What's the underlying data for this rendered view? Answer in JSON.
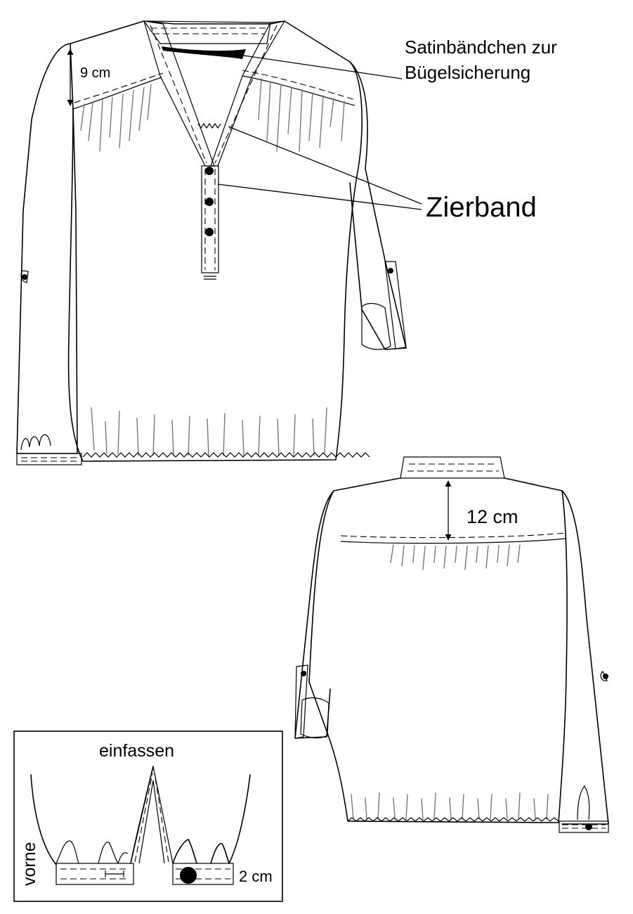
{
  "annotations": {
    "front_yoke_depth": "9 cm",
    "satin_ribbon_line1": "Satinbändchen zur",
    "satin_ribbon_line2": "Bügelsicherung",
    "decorative_tape": "Zierband",
    "back_yoke_depth": "12 cm"
  },
  "detail": {
    "title": "einfassen",
    "side_label": "vorne",
    "cuff_width": "2 cm"
  },
  "colors": {
    "line": "#000000",
    "gather": "#777777",
    "background": "#ffffff"
  }
}
